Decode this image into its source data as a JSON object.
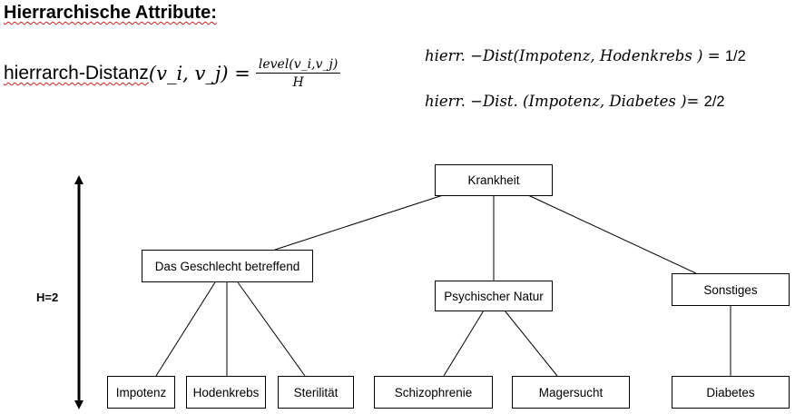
{
  "title": "Hierrarchische Attribute:",
  "formula": {
    "label": "hierrarch-Distanz",
    "args": "(v_i, v_j) =",
    "numerator": "level(v_i,v_j)",
    "denominator": "H"
  },
  "examples": [
    {
      "expr": "hierr. −Dist(Impotenz, Hodenkrebs ) =",
      "value": "1/2"
    },
    {
      "expr": "hierr. −Dist. (Impotenz, Diabetes )=",
      "value": "2/2"
    }
  ],
  "height_label": "H=2",
  "tree": {
    "root": "Krankheit",
    "level1": [
      "Das Geschlecht betreffend",
      "Psychischer Natur",
      "Sonstiges"
    ],
    "leaves": [
      "Impotenz",
      "Hodenkrebs",
      "Sterilität",
      "Schizophrenie",
      "Magersucht",
      "Diabetes"
    ]
  }
}
